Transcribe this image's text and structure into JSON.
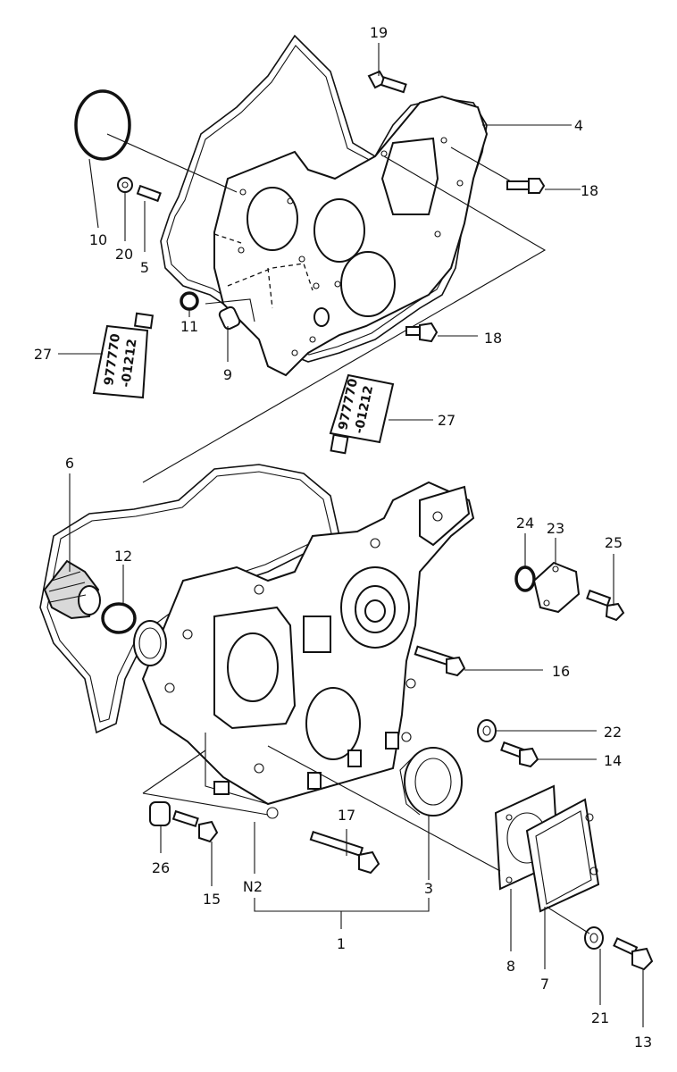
{
  "callouts": {
    "c1": "1",
    "c3": "3",
    "c4": "4",
    "c5": "5",
    "c6": "6",
    "c7": "7",
    "c8": "8",
    "c9": "9",
    "c10": "10",
    "c11": "11",
    "c12": "12",
    "c13": "13",
    "c14": "14",
    "c15": "15",
    "c16": "16",
    "c17": "17",
    "c18a": "18",
    "c18b": "18",
    "c19": "19",
    "c20": "20",
    "c21": "21",
    "c22": "22",
    "c23": "23",
    "c24": "24",
    "c25": "25",
    "c26": "26",
    "c27a": "27",
    "c27b": "27",
    "n2": "N2"
  },
  "tube_labels": {
    "line1": "977770",
    "line2": "-01212"
  }
}
